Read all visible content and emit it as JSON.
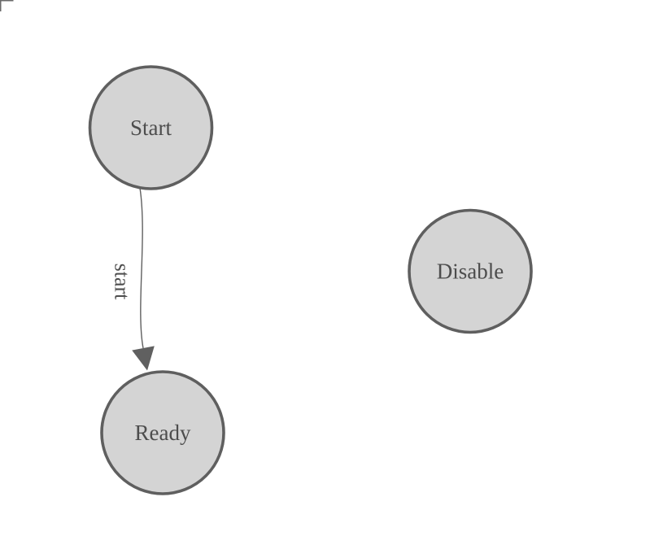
{
  "colors": {
    "background": "#ffffff",
    "node_fill": "#d4d4d4",
    "node_stroke": "#5f5f5f",
    "edge_color": "#606060",
    "text_color": "#4d4d4d",
    "corner_color": "#6a6a6a"
  },
  "diagram": {
    "states": [
      {
        "label": "Start"
      },
      {
        "label": "Ready"
      },
      {
        "label": "Disable"
      }
    ],
    "transitions": [
      {
        "from": "Start",
        "to": "Ready",
        "label": "start"
      }
    ]
  }
}
